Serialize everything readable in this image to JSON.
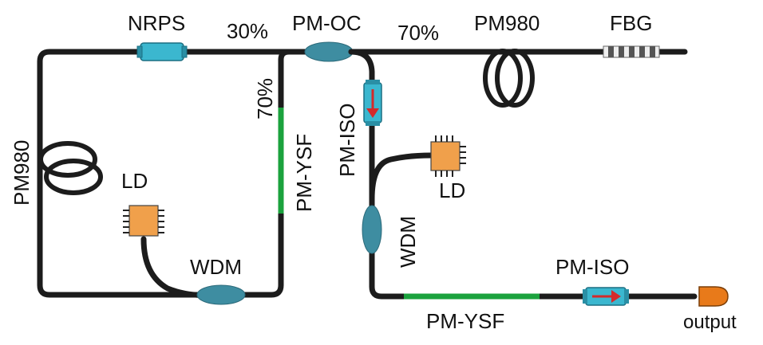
{
  "diagram": {
    "labels": {
      "nrps": "NRPS",
      "ratio_30": "30%",
      "pm_oc": "PM-OC",
      "ratio_70_top": "70%",
      "pm980_top": "PM980",
      "fbg": "FBG",
      "pm980_left": "PM980",
      "ratio_70_vertical": "70%",
      "pm_ysf_vertical": "PM-YSF",
      "pm_iso_vertical": "PM-ISO",
      "ld_left": "LD",
      "ld_right": "LD",
      "wdm_bottom": "WDM",
      "wdm_vertical": "WDM",
      "pm_iso_bottom": "PM-ISO",
      "pm_ysf_bottom": "PM-YSF",
      "output": "output"
    },
    "colors": {
      "fiber": "#1c1c1c",
      "doped_fiber": "#1ba23d",
      "coupler": "#3e8da1",
      "isolator": "#3bb7cf",
      "laser_diode": "#f0a04b",
      "arrow": "#d42a2a",
      "output_port": "#e87a1a"
    }
  }
}
